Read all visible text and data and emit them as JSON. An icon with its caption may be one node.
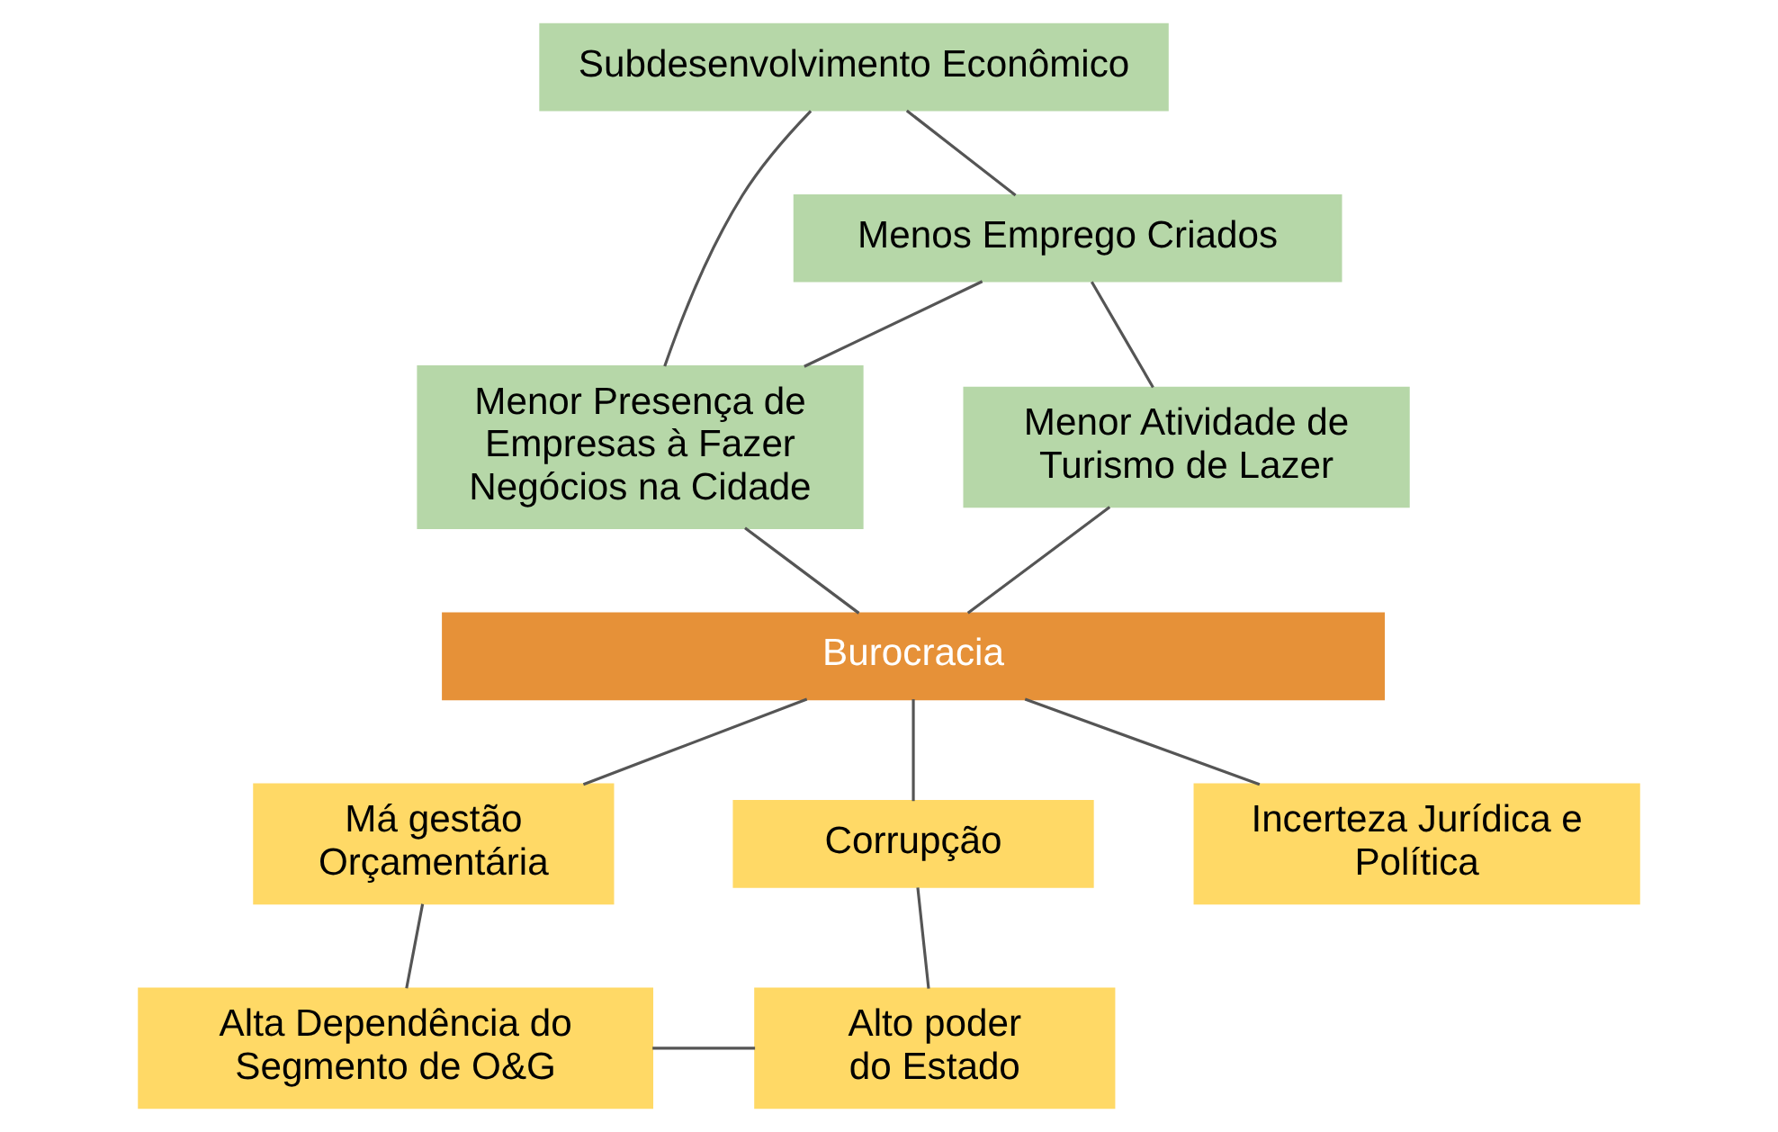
{
  "diagram": {
    "nodes": [
      {
        "text": [
          "Subdesenvolvimento Econômico"
        ]
      },
      {
        "text": [
          "Menos Emprego Criados"
        ]
      },
      {
        "text": [
          "Menor Presença de Empresas à Fazer Negócios na Cidade"
        ]
      },
      {
        "text": [
          "Menor Atividade de Turismo de Lazer"
        ]
      },
      {
        "text": [
          "Burocracia"
        ]
      },
      {
        "text": [
          "Má gestão Orçamentária"
        ]
      },
      {
        "text": [
          "Corrupção"
        ]
      },
      {
        "text": [
          "Incerteza Jurídica e Política"
        ]
      },
      {
        "text": [
          "Alta Dependência do Segmento de O&G"
        ]
      },
      {
        "text": [
          "Alto poder do Estado"
        ]
      }
    ],
    "edges": [
      {
        "from": 0,
        "to": 1,
        "arrow": "none"
      },
      {
        "from": 0,
        "to": 2,
        "arrow": "none"
      },
      {
        "from": 1,
        "to": 2,
        "arrow": "none"
      },
      {
        "from": 1,
        "to": 3,
        "arrow": "none"
      },
      {
        "from": 2,
        "to": 4,
        "arrow": "none"
      },
      {
        "from": 3,
        "to": 4,
        "arrow": "none"
      },
      {
        "from": 4,
        "to": 5,
        "arrow": "none"
      },
      {
        "from": 4,
        "to": 6,
        "arrow": "none"
      },
      {
        "from": 4,
        "to": 7,
        "arrow": "none"
      },
      {
        "from": 5,
        "to": 8,
        "arrow": "none"
      },
      {
        "from": 6,
        "to": 9,
        "arrow": "none"
      },
      {
        "from": 8,
        "to": 9,
        "arrow": "none"
      }
    ]
  }
}
